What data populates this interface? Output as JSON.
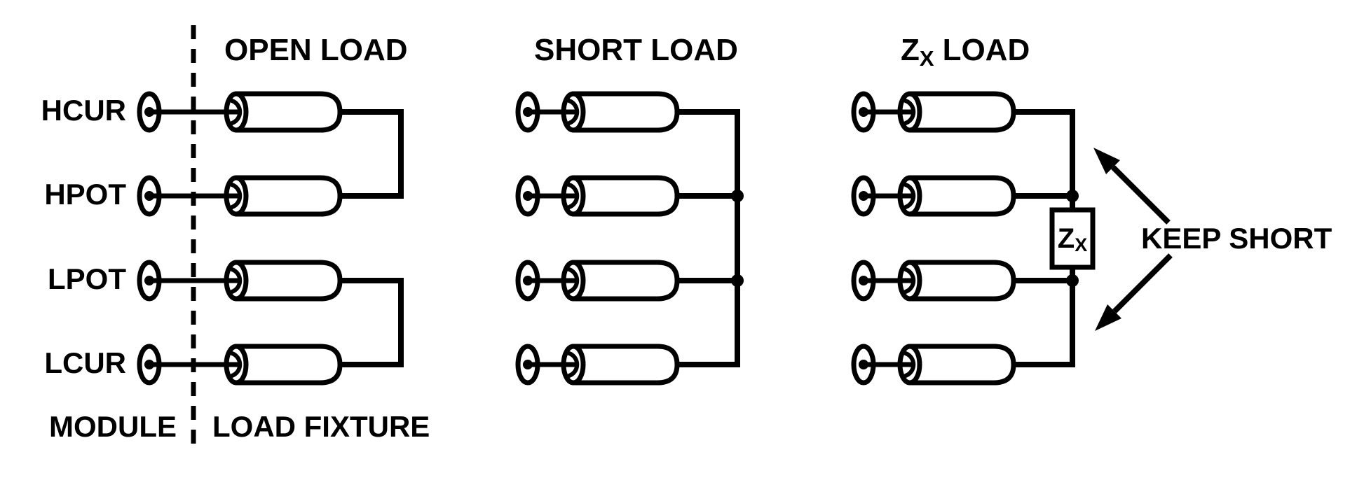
{
  "diagram": {
    "colors": {
      "ink": "#000000",
      "paper": "#ffffff"
    },
    "module": {
      "terminals": [
        "HCUR",
        "HPOT",
        "LPOT",
        "LCUR"
      ],
      "region_left": "MODULE",
      "region_right": "LOAD FIXTURE"
    },
    "configurations": {
      "open": {
        "title": "OPEN LOAD"
      },
      "short": {
        "title": "SHORT LOAD"
      },
      "zx": {
        "title_main": "Z",
        "title_sub": "X",
        "title_rest": "LOAD"
      }
    },
    "impedance_box": {
      "main": "Z",
      "sub": "X"
    },
    "annotation": {
      "keep_short": "KEEP SHORT"
    }
  }
}
